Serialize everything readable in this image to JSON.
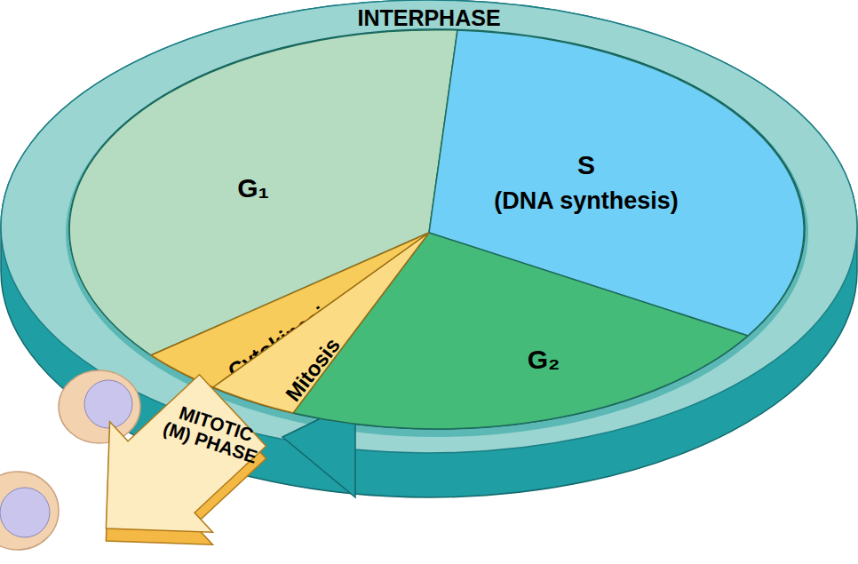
{
  "diagram": {
    "nodes": [
      {
        "text": [
          "INTERPHASE"
        ]
      },
      {
        "text": [
          "G₁"
        ],
        "in": 0
      },
      {
        "text": [
          "S",
          "(DNA synthesis)"
        ],
        "in": 0
      },
      {
        "text": [
          "G₂"
        ],
        "in": 0
      },
      {
        "text": [
          "Cytokinesis"
        ],
        "in": 0
      },
      {
        "text": [
          "Mitosis"
        ],
        "in": 0
      },
      {
        "text": [
          "MITOTIC (M) PHASE"
        ]
      }
    ]
  }
}
